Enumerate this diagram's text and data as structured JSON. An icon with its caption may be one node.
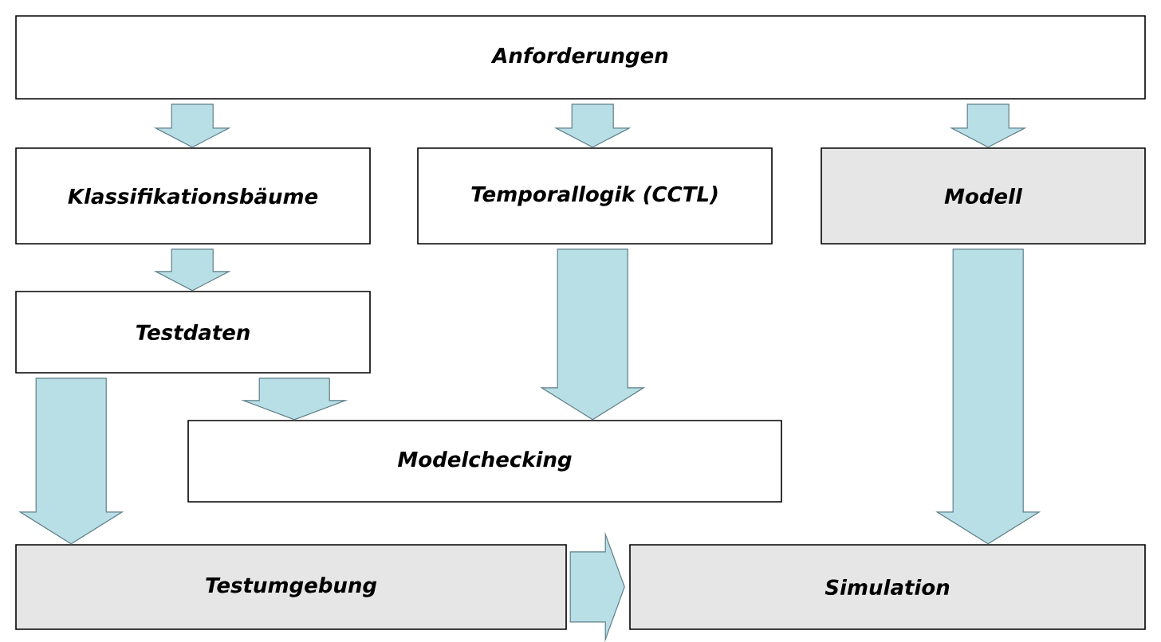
{
  "diagram": {
    "nodes": [
      {
        "text": [
          "Anforderungen"
        ]
      },
      {
        "text": [
          "Klassifikationsbäume"
        ]
      },
      {
        "text": [
          "Temporallogik (CCTL)"
        ]
      },
      {
        "text": [
          "Modell"
        ]
      },
      {
        "text": [
          "Testdaten"
        ]
      },
      {
        "text": [
          "Modelchecking"
        ]
      },
      {
        "text": [
          "Testumgebung"
        ]
      },
      {
        "text": [
          "Simulation"
        ]
      }
    ],
    "edges": [
      {
        "from": 0,
        "to": 1,
        "arrow": "to"
      },
      {
        "from": 0,
        "to": 2,
        "arrow": "to"
      },
      {
        "from": 0,
        "to": 3,
        "arrow": "to"
      },
      {
        "from": 1,
        "to": 4,
        "arrow": "to"
      },
      {
        "from": 2,
        "to": 5,
        "arrow": "to"
      },
      {
        "from": 4,
        "to": 5,
        "arrow": "to"
      },
      {
        "from": 4,
        "to": 6,
        "arrow": "to"
      },
      {
        "from": 3,
        "to": 7,
        "arrow": "to"
      },
      {
        "from": 6,
        "to": 7,
        "arrow": "to"
      }
    ]
  }
}
